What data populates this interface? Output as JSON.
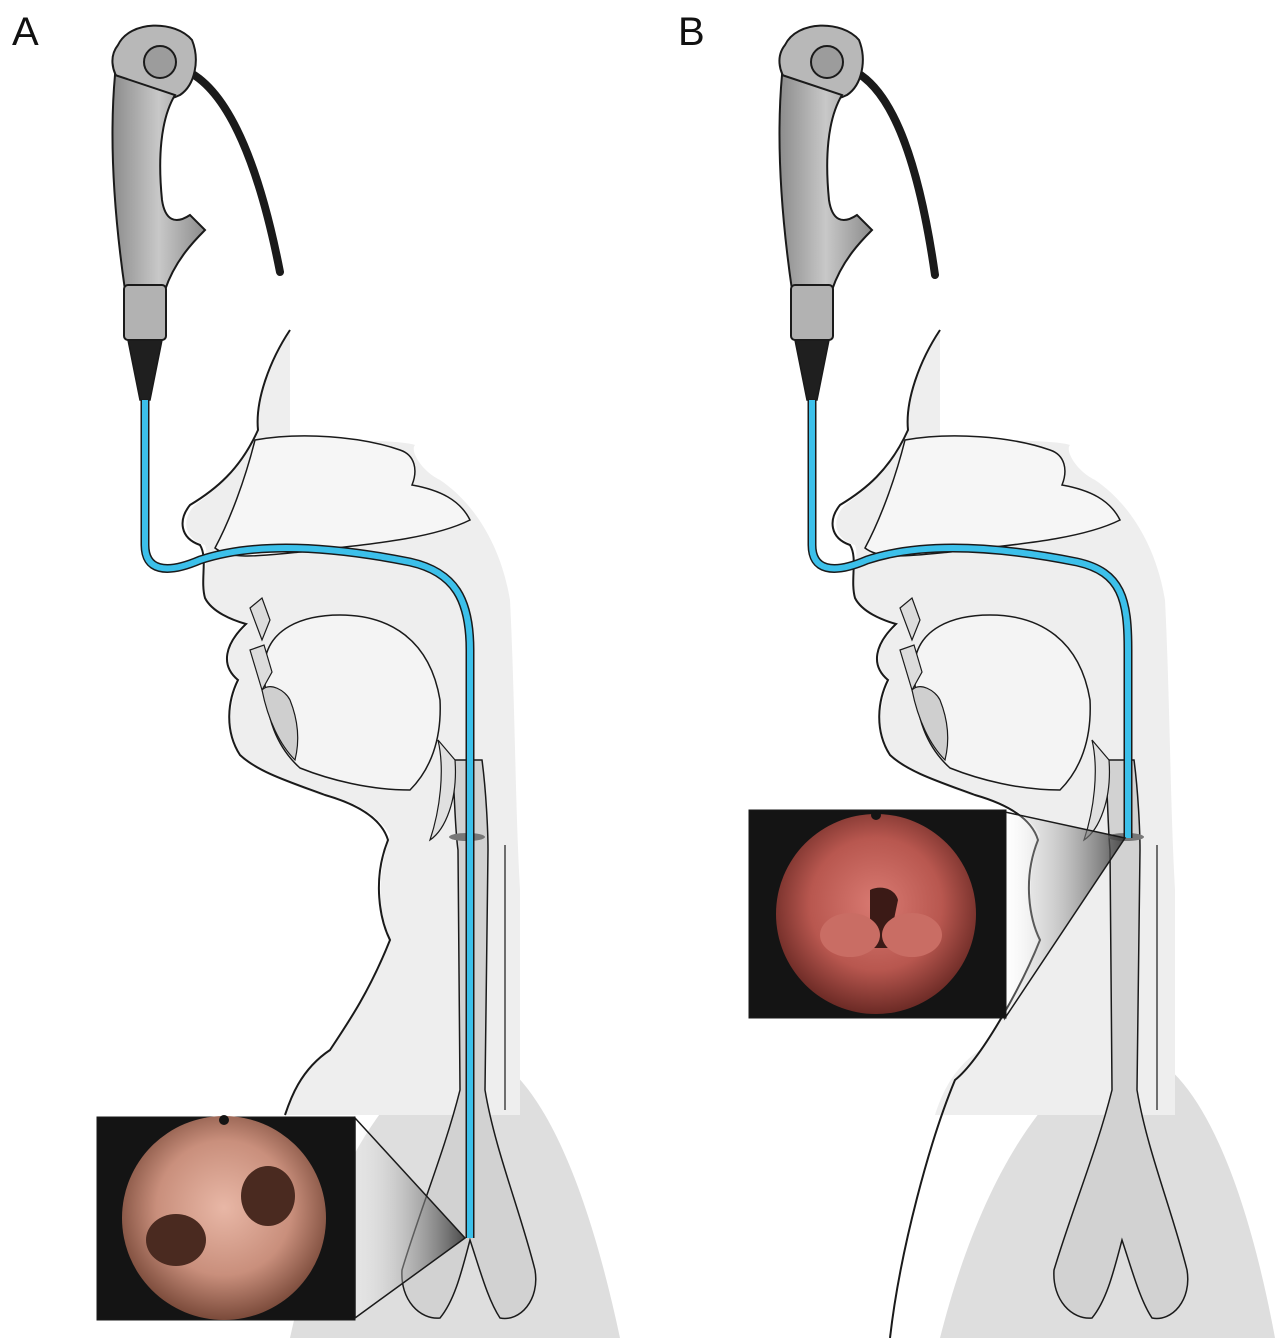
{
  "panels": [
    {
      "label": "A",
      "view": "bronchial-carina",
      "scope_colour": "#3cc0ea"
    },
    {
      "label": "B",
      "view": "glottis",
      "scope_colour": "#3cc0ea"
    }
  ],
  "colors": {
    "outline": "#1a1a1a",
    "tissue_fill": "#eeeeee",
    "airway_fill": "#d2d2d2",
    "thorax_fill": "#dedede",
    "scope_body": "#a9a9a9",
    "scope_cable": "#1a1a1a",
    "inset_background": "#141414",
    "endoscopic_mucosa_a": "#c98f7c",
    "endoscopic_mucosa_b": "#b8574f"
  }
}
